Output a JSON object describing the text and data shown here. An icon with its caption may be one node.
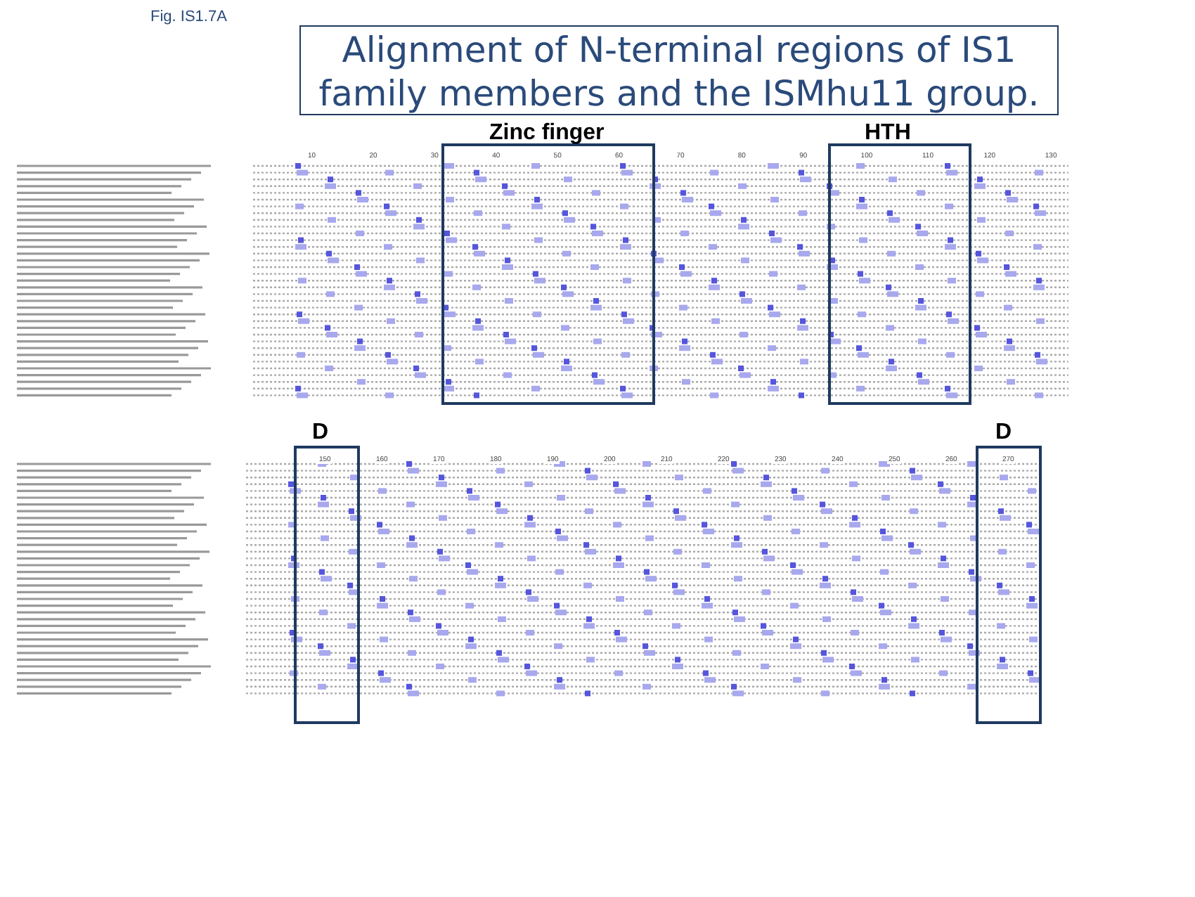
{
  "diagram": {
    "title": "Alignment of N-terminal regions of IS1 family members and the ISMhu11 group.",
    "labels": [
      "Fig. IS1.7A",
      "Zinc finger",
      "HTH",
      "D",
      "D",
      "10",
      "20",
      "30",
      "40",
      "50",
      "60",
      "70",
      "80",
      "90",
      "100",
      "110",
      "120",
      "130",
      "150",
      "160",
      "170",
      "180",
      "190",
      "200",
      "210",
      "220",
      "230",
      "240",
      "250",
      "260",
      "270"
    ]
  }
}
